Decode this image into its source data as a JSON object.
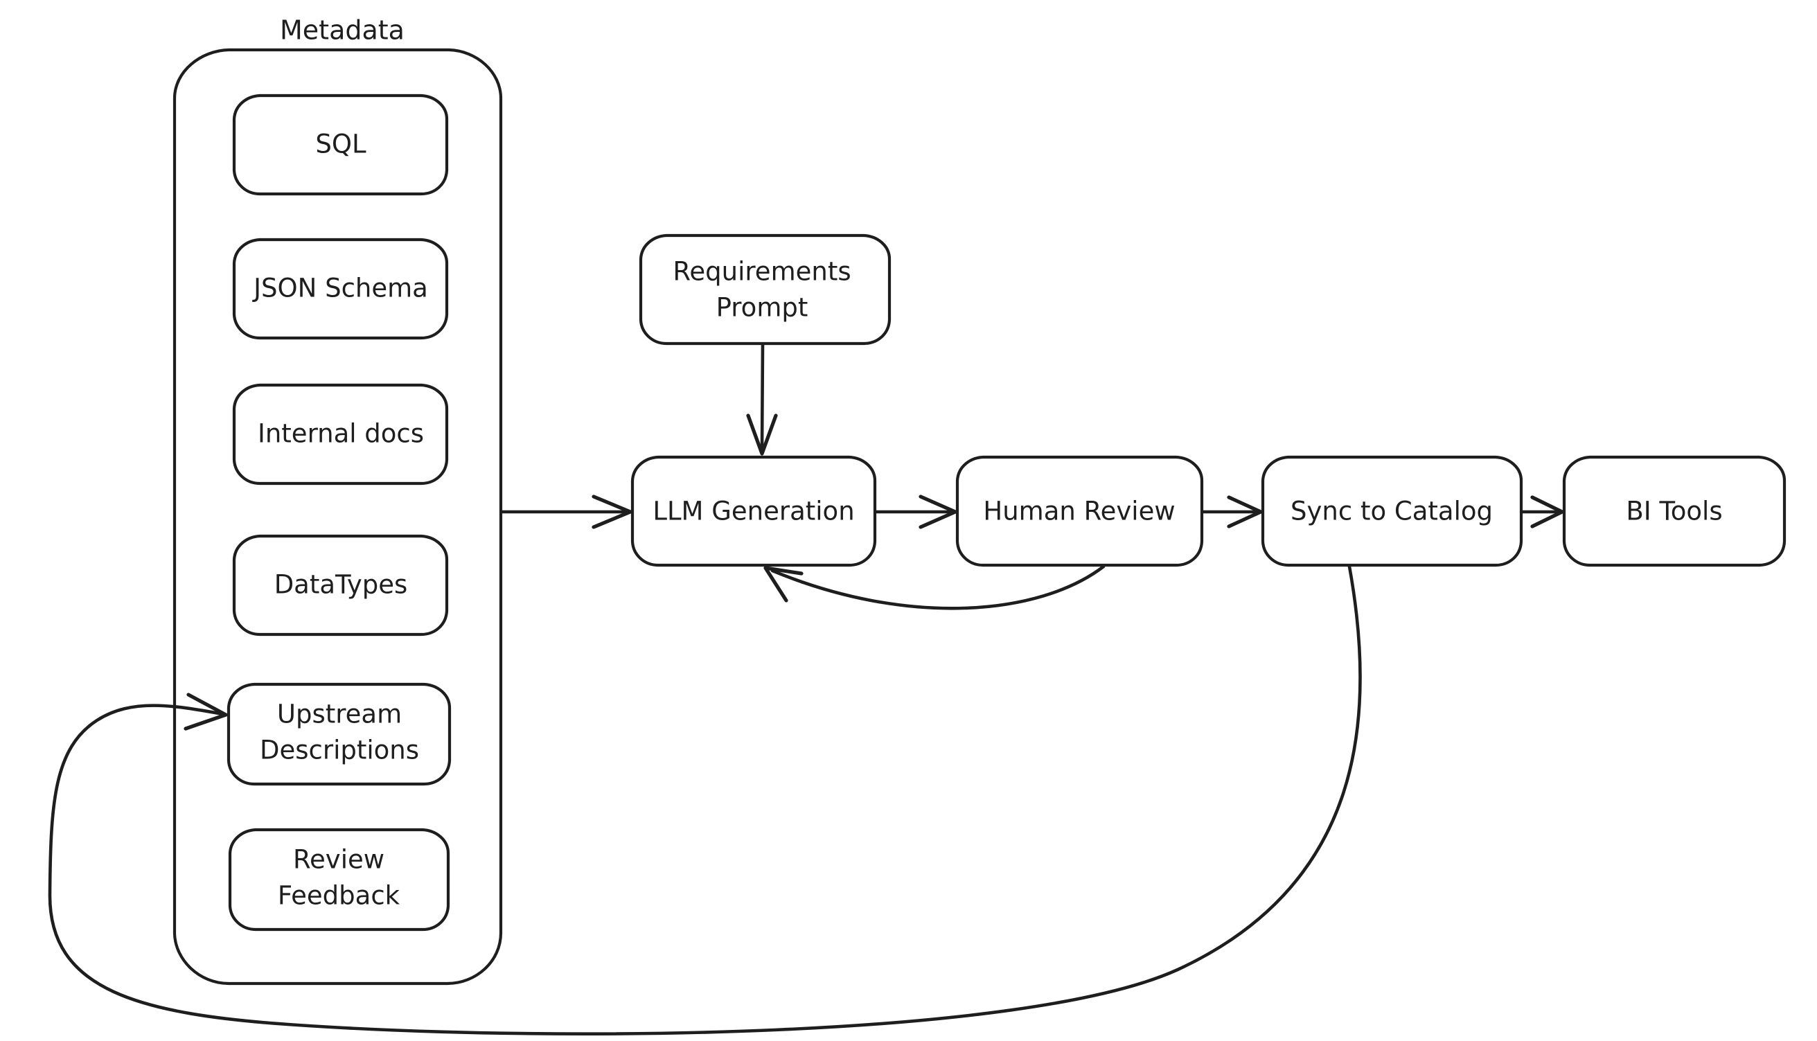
{
  "diagram": {
    "title": "Metadata to BI Tools documentation pipeline",
    "style": "hand-drawn",
    "stroke_color": "#1e1e1e",
    "background_color": "#ffffff",
    "group": {
      "label": "Metadata",
      "items": [
        {
          "label": "SQL"
        },
        {
          "label": "JSON Schema"
        },
        {
          "label": "Internal docs"
        },
        {
          "label": "DataTypes"
        },
        {
          "label": "Upstream\nDescriptions",
          "line1": "Upstream",
          "line2": "Descriptions"
        },
        {
          "label": "Review\nFeedback",
          "line1": "Review",
          "line2": "Feedback"
        }
      ]
    },
    "nodes": [
      {
        "id": "requirements-prompt",
        "label": "Requirements\nPrompt",
        "line1": "Requirements",
        "line2": "Prompt"
      },
      {
        "id": "llm-generation",
        "label": "LLM Generation"
      },
      {
        "id": "human-review",
        "label": "Human Review"
      },
      {
        "id": "sync-to-catalog",
        "label": "Sync to Catalog"
      },
      {
        "id": "bi-tools",
        "label": "BI Tools"
      }
    ],
    "edges": [
      {
        "from": "Metadata",
        "to": "LLM Generation",
        "kind": "arrow"
      },
      {
        "from": "Requirements Prompt",
        "to": "LLM Generation",
        "kind": "arrow"
      },
      {
        "from": "LLM Generation",
        "to": "Human Review",
        "kind": "arrow"
      },
      {
        "from": "Human Review",
        "to": "Sync to Catalog",
        "kind": "arrow"
      },
      {
        "from": "Sync to Catalog",
        "to": "BI Tools",
        "kind": "arrow"
      },
      {
        "from": "Human Review",
        "to": "LLM Generation",
        "kind": "curved-feedback-arrow"
      },
      {
        "from": "Sync to Catalog",
        "to": "Upstream Descriptions",
        "kind": "curved-loopback-arrow"
      }
    ]
  }
}
